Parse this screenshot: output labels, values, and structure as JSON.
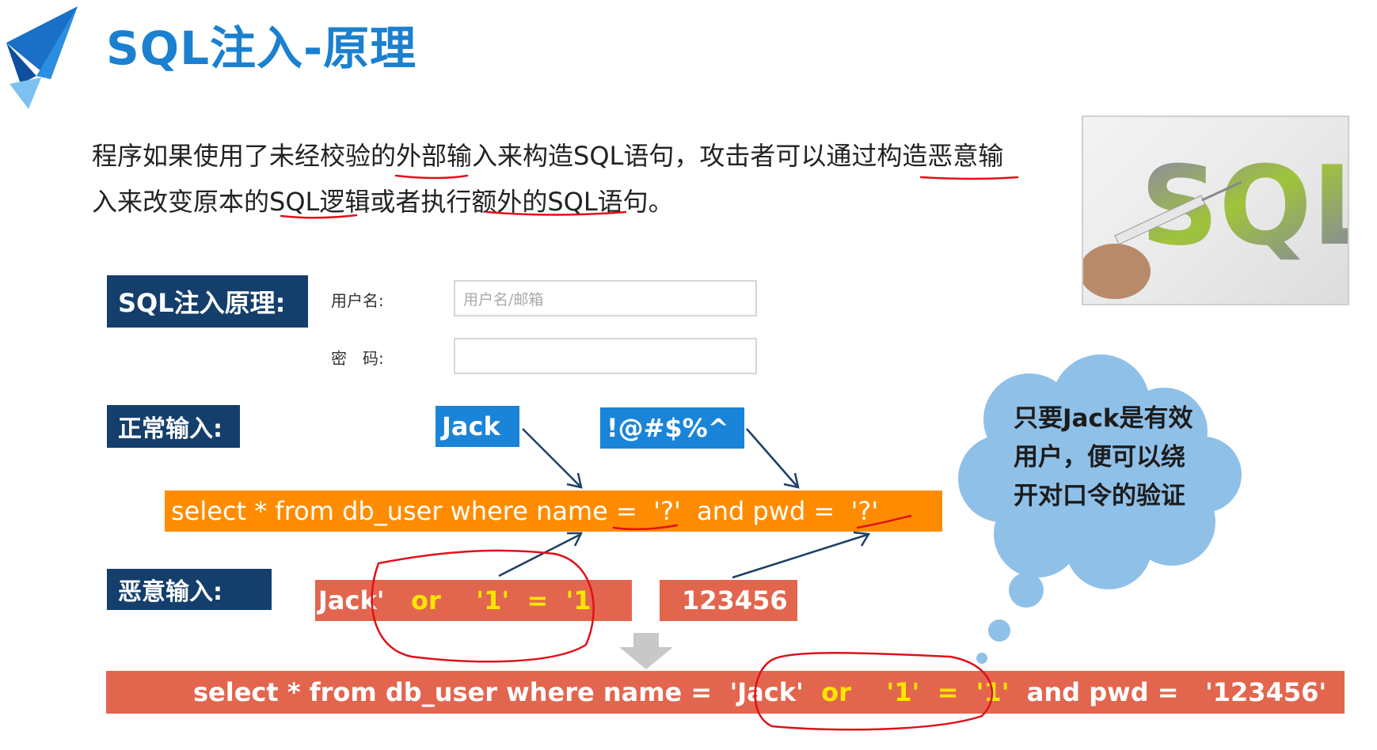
{
  "title": "SQL注入-原理",
  "intro": {
    "line1": "程序如果使用了未经校验的外部输入来构造SQL语句，攻击者可以通过构造恶意输",
    "line2": "入来改变原本的SQL逻辑或者执行额外的SQL语句。"
  },
  "labels": {
    "principle": "SQL注入原理:",
    "normal": "正常输入:",
    "malicious": "恶意输入:"
  },
  "form": {
    "username_label": "用户名:",
    "username_placeholder": "用户名/邮箱",
    "password_label": "密　码:"
  },
  "normal_input": {
    "username": "Jack",
    "password": "!@#$%^"
  },
  "template_sql": {
    "part1": "select * from db_user where name =  ",
    "placeholder1": "'?'",
    "part2": "  and pwd =  ",
    "placeholder2": "'?'"
  },
  "malicious_input": {
    "username_a": "Jack'",
    "username_or": "or",
    "username_b": "'1'  =  '1",
    "password": "123456"
  },
  "result_sql": {
    "part1": "select * from db_user where name =  'Jack'  ",
    "or_part": "or    '1'  =  '1'",
    "part2": "  and pwd =   '123456'"
  },
  "cloud": {
    "text": "只要Jack是有效用户，便可以绕开对口令的验证"
  },
  "image_text": "SQL",
  "colors": {
    "title": "#1a80cf",
    "navy": "#143e6b",
    "blue": "#1a84d8",
    "orange": "#ff8c00",
    "red_box": "#e2664e",
    "cloud": "#8fc0e8",
    "annotation_red": "#e0101a"
  }
}
